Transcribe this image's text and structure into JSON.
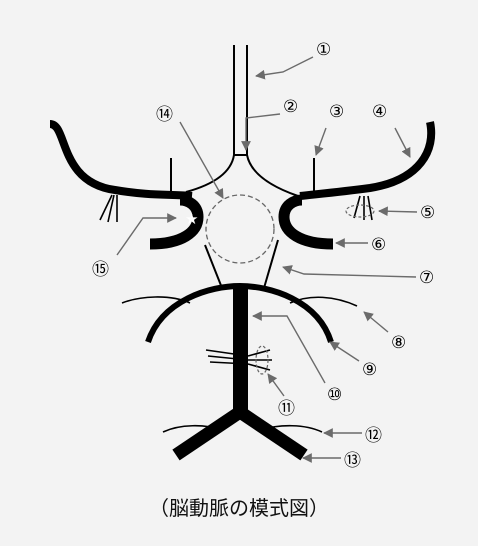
{
  "caption": "（脳動脈の模式図）",
  "star_symbol": "★",
  "labels": [
    {
      "id": 1,
      "text": "①"
    },
    {
      "id": 2,
      "text": "②"
    },
    {
      "id": 3,
      "text": "③"
    },
    {
      "id": 4,
      "text": "④"
    },
    {
      "id": 5,
      "text": "⑤"
    },
    {
      "id": 6,
      "text": "⑥"
    },
    {
      "id": 7,
      "text": "⑦"
    },
    {
      "id": 8,
      "text": "⑧"
    },
    {
      "id": 9,
      "text": "⑨"
    },
    {
      "id": 10,
      "text": "⑩"
    },
    {
      "id": 11,
      "text": "⑪"
    },
    {
      "id": 12,
      "text": "⑫"
    },
    {
      "id": 13,
      "text": "⑬"
    },
    {
      "id": 14,
      "text": "⑭"
    },
    {
      "id": 15,
      "text": "⑮"
    }
  ],
  "colors": {
    "background": "#f3f3f3",
    "vessel": "#000000",
    "leader": "#6b6b6b",
    "dashed": "#666666",
    "star": "#ffffff"
  }
}
